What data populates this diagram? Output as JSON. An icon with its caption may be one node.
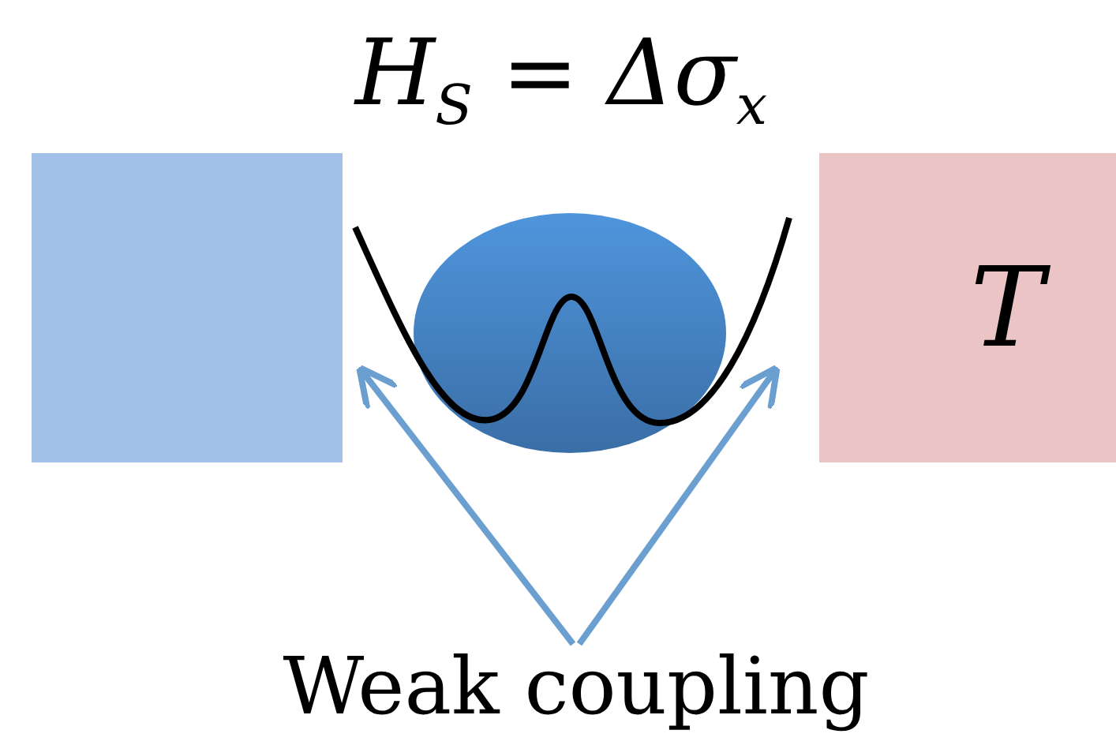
{
  "diagram": {
    "title": "H$_{S}$ = Δσ$_{x}$",
    "nodes": [
      {
        "text": [],
        "shape": "box"
      },
      {
        "text": [],
        "shape": "picture"
      },
      {
        "text": [
          "T"
        ]
      },
      {
        "text": [
          "Weak coupling"
        ]
      }
    ],
    "edges": [
      {
        "from": 3,
        "to": 1,
        "arrow": "to"
      },
      {
        "from": 3,
        "to": 1,
        "arrow": "to"
      }
    ]
  }
}
